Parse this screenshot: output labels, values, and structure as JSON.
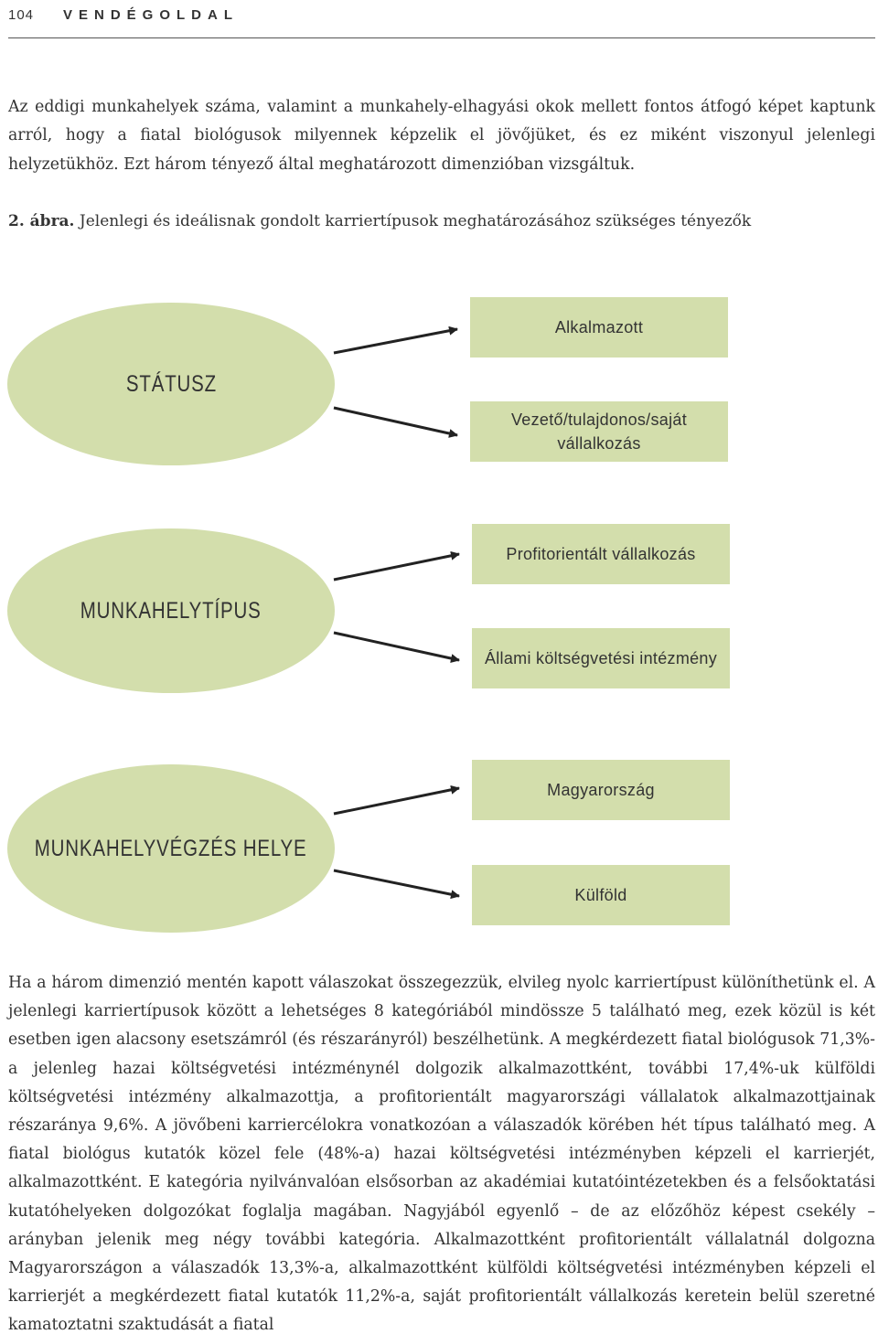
{
  "header": {
    "page_number": "104",
    "section": "VENDÉGOLDAL"
  },
  "intro_paragraph": "Az eddigi munkahelyek száma, valamint a munkahely-elhagyási okok mellett fontos átfogó képet kaptunk arról, hogy a fiatal biológusok milyennek képzelik el jövőjüket, és ez miként viszonyul jelenlegi helyzetükhöz. Ezt három tényező által meghatározott dimenzióban vizsgáltuk.",
  "figure": {
    "label": "2. ábra.",
    "title": "Jelenlegi és ideálisnak gondolt karriertípusok meghatározásához szükséges tényezők"
  },
  "diagram": {
    "dimensions": [
      {
        "name": "STÁTUSZ",
        "options": [
          "Alkalmazott",
          "Vezető/tulajdonos/saját\nvállalkozás"
        ]
      },
      {
        "name": "MUNKAHELYTÍPUS",
        "options": [
          "Profitorientált vállalkozás",
          "Állami költségvetési intézmény"
        ]
      },
      {
        "name": "MUNKAHELYVÉGZÉS HELYE",
        "options": [
          "Magyarország",
          "Külföld"
        ]
      }
    ]
  },
  "body_paragraph": "Ha a három dimenzió mentén kapott válaszokat összegezzük, elvileg nyolc karriertípust különíthetünk el. A jelenlegi karriertípusok között a lehetséges 8 kategóriából mindössze 5 található meg, ezek közül is két esetben igen alacsony esetszámról (és részarányról) beszélhetünk. A megkérdezett fiatal biológusok 71,3%-a jelenleg hazai költségvetési intézménynél dolgozik alkalmazottként, további 17,4%-uk külföldi költségvetési intézmény alkalmazottja, a profitorientált magyarországi vállalatok alkalmazottjainak részaránya 9,6%. A jövőbeni karriercélokra vonatkozóan a válaszadók körében hét típus található meg. A fiatal biológus kutatók közel fele (48%-a) hazai költségvetési intézményben képzeli el karrierjét, alkalmazottként. E kategória nyilvánvalóan elsősorban az akadémiai kutatóintézetekben és a felsőoktatási kutatóhelyeken dolgozókat foglalja magában. Nagyjából egyenlő – de az előzőhöz képest csekély – arányban jelenik meg négy további kategória. Alkalmazottként profitorientált vállalatnál dolgozna Magyarországon a válaszadók 13,3%-a, alkalmazottként külföldi költségvetési intézményben képzeli el karrierjét a megkérdezett fiatal kutatók 11,2%-a, saját profitorientált vállalkozás keretein belül szeretné kamatoztatni szaktudását a fiatal",
  "colors": {
    "shape_fill": "#d3deac",
    "text": "#333333",
    "arrow": "#222222"
  }
}
